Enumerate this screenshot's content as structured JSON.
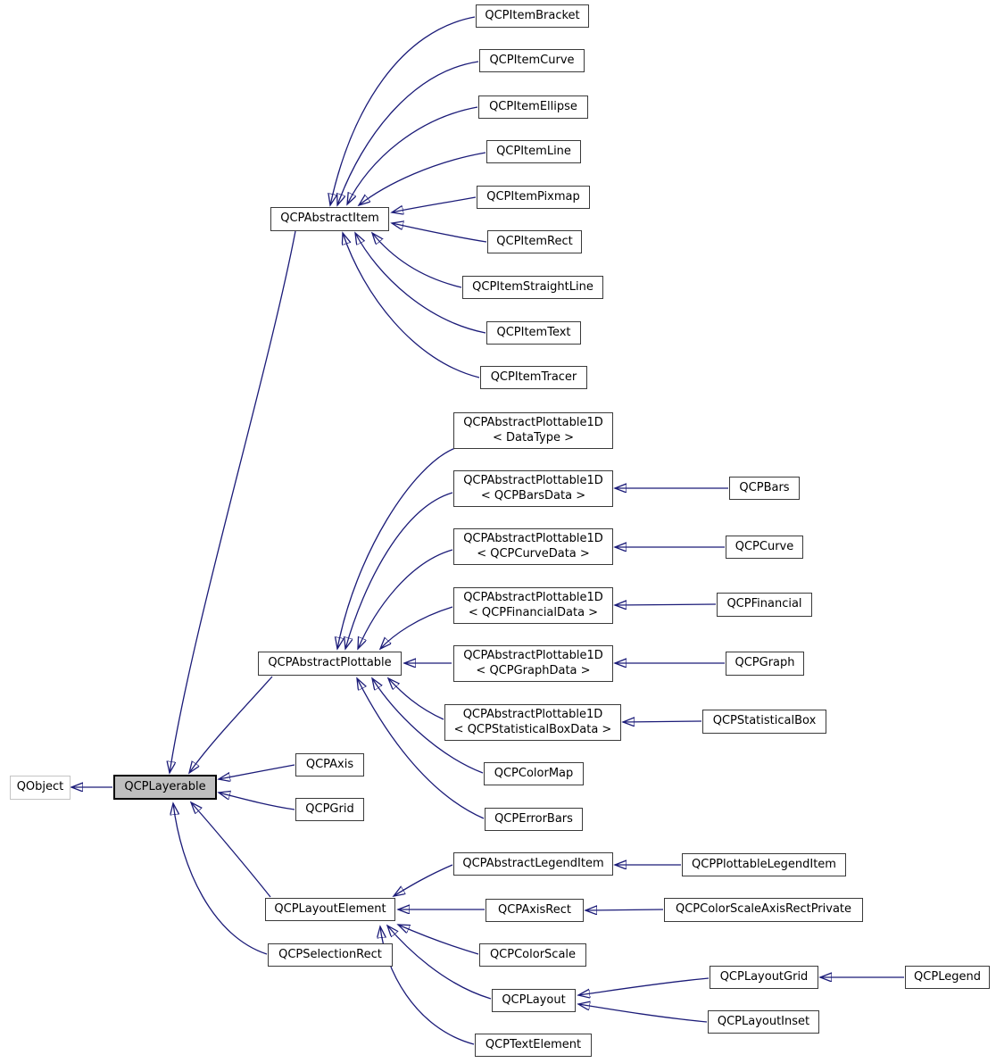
{
  "diagram": {
    "kind": "class-inheritance-graph",
    "colors": {
      "edge": "#1b1b78",
      "node_border": "#3a3a3a",
      "node_fill": "#ffffff",
      "highlight_fill": "#bfbfbf",
      "highlight_border": "#000000",
      "external_border": "#c4c4c4",
      "text": "#000000",
      "background": "#ffffff"
    },
    "nodes": [
      {
        "label": "QObject",
        "type": "external"
      },
      {
        "label": "QCPLayerable",
        "type": "highlight"
      },
      {
        "label": "QCPAbstractItem",
        "type": "class"
      },
      {
        "label": "QCPItemBracket",
        "type": "class"
      },
      {
        "label": "QCPItemCurve",
        "type": "class"
      },
      {
        "label": "QCPItemEllipse",
        "type": "class"
      },
      {
        "label": "QCPItemLine",
        "type": "class"
      },
      {
        "label": "QCPItemPixmap",
        "type": "class"
      },
      {
        "label": "QCPItemRect",
        "type": "class"
      },
      {
        "label": "QCPItemStraightLine",
        "type": "class"
      },
      {
        "label": "QCPItemText",
        "type": "class"
      },
      {
        "label": "QCPItemTracer",
        "type": "class"
      },
      {
        "label": "QCPAbstractPlottable",
        "type": "class"
      },
      {
        "label": "QCPAbstractPlottable1D\n< DataType >",
        "type": "class"
      },
      {
        "label": "QCPAbstractPlottable1D\n< QCPBarsData >",
        "type": "class"
      },
      {
        "label": "QCPAbstractPlottable1D\n< QCPCurveData >",
        "type": "class"
      },
      {
        "label": "QCPAbstractPlottable1D\n< QCPFinancialData >",
        "type": "class"
      },
      {
        "label": "QCPAbstractPlottable1D\n< QCPGraphData >",
        "type": "class"
      },
      {
        "label": "QCPAbstractPlottable1D\n< QCPStatisticalBoxData >",
        "type": "class"
      },
      {
        "label": "QCPBars",
        "type": "class"
      },
      {
        "label": "QCPCurve",
        "type": "class"
      },
      {
        "label": "QCPFinancial",
        "type": "class"
      },
      {
        "label": "QCPGraph",
        "type": "class"
      },
      {
        "label": "QCPStatisticalBox",
        "type": "class"
      },
      {
        "label": "QCPColorMap",
        "type": "class"
      },
      {
        "label": "QCPErrorBars",
        "type": "class"
      },
      {
        "label": "QCPAxis",
        "type": "class"
      },
      {
        "label": "QCPGrid",
        "type": "class"
      },
      {
        "label": "QCPAbstractLegendItem",
        "type": "class"
      },
      {
        "label": "QCPPlottableLegendItem",
        "type": "class"
      },
      {
        "label": "QCPLayoutElement",
        "type": "class"
      },
      {
        "label": "QCPAxisRect",
        "type": "class"
      },
      {
        "label": "QCPColorScaleAxisRectPrivate",
        "type": "class"
      },
      {
        "label": "QCPSelectionRect",
        "type": "class"
      },
      {
        "label": "QCPColorScale",
        "type": "class"
      },
      {
        "label": "QCPLayout",
        "type": "class"
      },
      {
        "label": "QCPLayoutGrid",
        "type": "class"
      },
      {
        "label": "QCPLegend",
        "type": "class"
      },
      {
        "label": "QCPLayoutInset",
        "type": "class"
      },
      {
        "label": "QCPTextElement",
        "type": "class"
      }
    ],
    "edges": [
      {
        "from": "QCPLayerable",
        "to": "QObject"
      },
      {
        "from": "QCPAbstractItem",
        "to": "QCPLayerable"
      },
      {
        "from": "QCPAbstractPlottable",
        "to": "QCPLayerable"
      },
      {
        "from": "QCPAxis",
        "to": "QCPLayerable"
      },
      {
        "from": "QCPGrid",
        "to": "QCPLayerable"
      },
      {
        "from": "QCPLayoutElement",
        "to": "QCPLayerable"
      },
      {
        "from": "QCPSelectionRect",
        "to": "QCPLayerable"
      },
      {
        "from": "QCPItemBracket",
        "to": "QCPAbstractItem"
      },
      {
        "from": "QCPItemCurve",
        "to": "QCPAbstractItem"
      },
      {
        "from": "QCPItemEllipse",
        "to": "QCPAbstractItem"
      },
      {
        "from": "QCPItemLine",
        "to": "QCPAbstractItem"
      },
      {
        "from": "QCPItemPixmap",
        "to": "QCPAbstractItem"
      },
      {
        "from": "QCPItemRect",
        "to": "QCPAbstractItem"
      },
      {
        "from": "QCPItemStraightLine",
        "to": "QCPAbstractItem"
      },
      {
        "from": "QCPItemText",
        "to": "QCPAbstractItem"
      },
      {
        "from": "QCPItemTracer",
        "to": "QCPAbstractItem"
      },
      {
        "from": "QCPAbstractPlottable1D< DataType >",
        "to": "QCPAbstractPlottable"
      },
      {
        "from": "QCPAbstractPlottable1D< QCPBarsData >",
        "to": "QCPAbstractPlottable"
      },
      {
        "from": "QCPAbstractPlottable1D< QCPCurveData >",
        "to": "QCPAbstractPlottable"
      },
      {
        "from": "QCPAbstractPlottable1D< QCPFinancialData >",
        "to": "QCPAbstractPlottable"
      },
      {
        "from": "QCPAbstractPlottable1D< QCPGraphData >",
        "to": "QCPAbstractPlottable"
      },
      {
        "from": "QCPAbstractPlottable1D< QCPStatisticalBoxData >",
        "to": "QCPAbstractPlottable"
      },
      {
        "from": "QCPColorMap",
        "to": "QCPAbstractPlottable"
      },
      {
        "from": "QCPErrorBars",
        "to": "QCPAbstractPlottable"
      },
      {
        "from": "QCPBars",
        "to": "QCPAbstractPlottable1D< QCPBarsData >"
      },
      {
        "from": "QCPCurve",
        "to": "QCPAbstractPlottable1D< QCPCurveData >"
      },
      {
        "from": "QCPFinancial",
        "to": "QCPAbstractPlottable1D< QCPFinancialData >"
      },
      {
        "from": "QCPGraph",
        "to": "QCPAbstractPlottable1D< QCPGraphData >"
      },
      {
        "from": "QCPStatisticalBox",
        "to": "QCPAbstractPlottable1D< QCPStatisticalBoxData >"
      },
      {
        "from": "QCPAbstractLegendItem",
        "to": "QCPLayoutElement"
      },
      {
        "from": "QCPAxisRect",
        "to": "QCPLayoutElement"
      },
      {
        "from": "QCPColorScale",
        "to": "QCPLayoutElement"
      },
      {
        "from": "QCPLayout",
        "to": "QCPLayoutElement"
      },
      {
        "from": "QCPTextElement",
        "to": "QCPLayoutElement"
      },
      {
        "from": "QCPPlottableLegendItem",
        "to": "QCPAbstractLegendItem"
      },
      {
        "from": "QCPColorScaleAxisRectPrivate",
        "to": "QCPAxisRect"
      },
      {
        "from": "QCPLayoutGrid",
        "to": "QCPLayout"
      },
      {
        "from": "QCPLayoutInset",
        "to": "QCPLayout"
      },
      {
        "from": "QCPLegend",
        "to": "QCPLayoutGrid"
      }
    ]
  }
}
